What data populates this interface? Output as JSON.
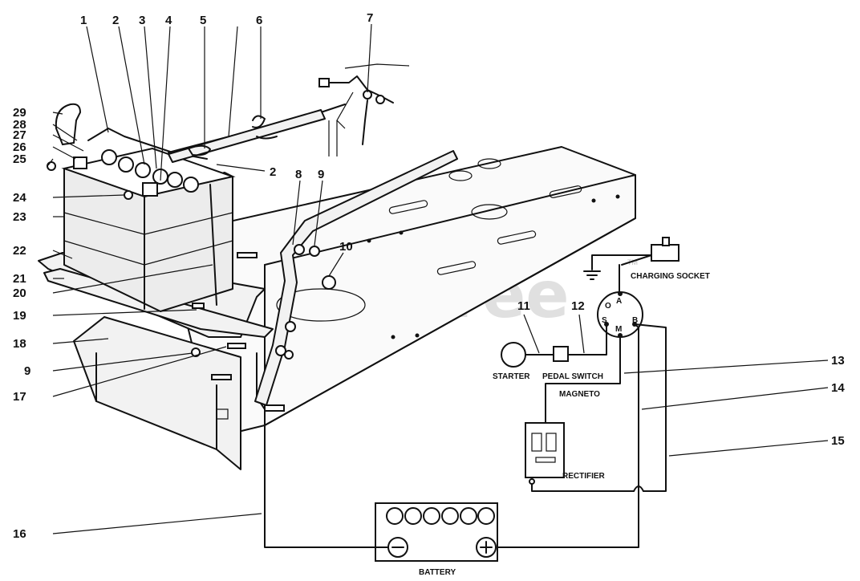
{
  "watermark": "PartsTree",
  "watermark_tm": "TM",
  "callouts": [
    "1",
    "2",
    "3",
    "4",
    "5",
    "6",
    "7",
    "2",
    "8",
    "9",
    "10",
    "29",
    "28",
    "27",
    "26",
    "25",
    "24",
    "23",
    "22",
    "21",
    "20",
    "19",
    "18",
    "9",
    "17",
    "16",
    "11",
    "12",
    "13",
    "14",
    "15"
  ],
  "labels": {
    "charging_socket": "CHARGING SOCKET",
    "starter": "STARTER",
    "pedal_switch": "PEDAL SWITCH",
    "magneto": "MAGNETO",
    "rectifier": "RECTIFIER",
    "battery": "BATTERY",
    "terminal_a": "A",
    "terminal_o": "O",
    "terminal_s": "S",
    "terminal_m": "M",
    "terminal_b": "B"
  }
}
